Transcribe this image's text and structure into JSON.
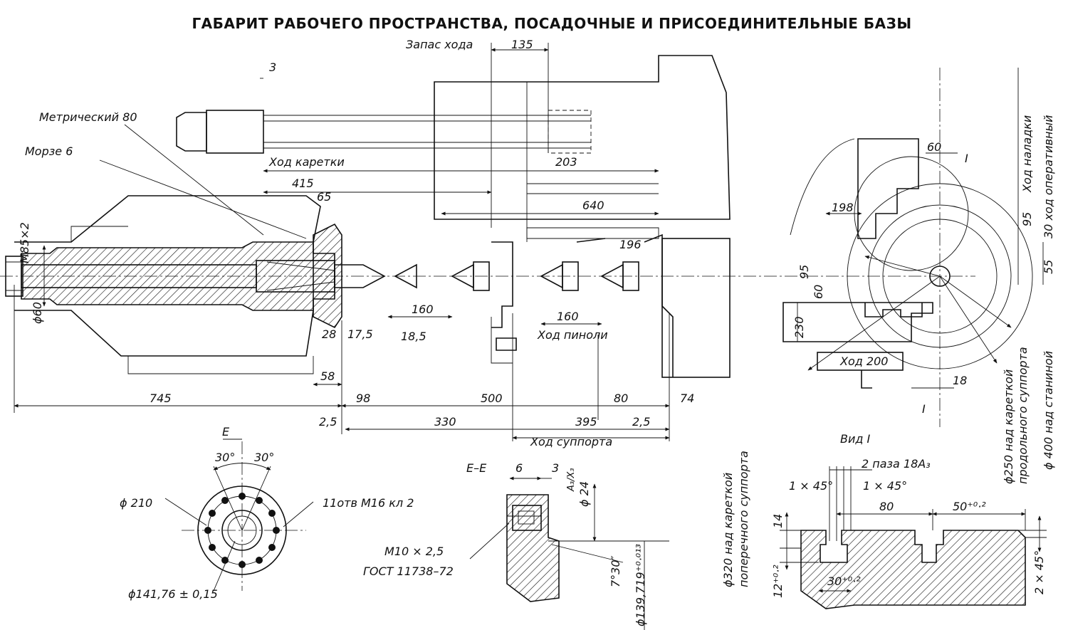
{
  "title": "ГАБАРИТ РАБОЧЕГО ПРОСТРАНСТВА,   ПОСАДОЧНЫЕ И ПРИСОЕДИНИТЕЛЬНЫЕ БАЗЫ",
  "labels": {
    "zapas_hoda": "Запас хода",
    "metricheskiy": "Метрический 80",
    "morze": "Морзе 6",
    "hod_karetki": "Ход каретки",
    "hod_pinoli": "Ход пиноли",
    "hod_supporta": "Ход суппорта",
    "hod_200": "Ход 200",
    "hod_naladki": "Ход наладки",
    "hod_operativny": "30 ход оперативный",
    "vid_1": "Вид I",
    "roman_1": "I",
    "pazy": "2 паза 18А₃",
    "section_ee": "Е–Е",
    "section_e": "Е",
    "thread_m10": "М10 × 2,5",
    "gost": "ГОСТ 11738–72",
    "holes": "11отв М16 кл 2",
    "d320": "ϕ320 над кареткой",
    "d320b": "поперечного суппорта",
    "d250": "ϕ250 над кареткой",
    "d250b": "продольного суппорта",
    "d400": "ϕ 400 над станиной"
  },
  "dims": {
    "d135": "135",
    "d3": "3",
    "d203": "203",
    "d415": "415",
    "d65": "65",
    "d640": "640",
    "d196": "196",
    "m85": "М85×2",
    "d60": "ϕ60",
    "d160a": "160",
    "d160b": "160",
    "d28": "28",
    "d175": "17,5",
    "d185": "18,5",
    "d58": "58",
    "d745": "745",
    "d98": "98",
    "d500": "500",
    "d80": "80",
    "d74": "74",
    "d25a": "2,5",
    "d330": "330",
    "d395": "395",
    "d25b": "2,5",
    "d60top": "60",
    "d198": "198",
    "d95a": "95",
    "d95b": "95",
    "d60c": "60",
    "d55": "55",
    "d230": "230",
    "d18": "18",
    "d210": "ϕ 210",
    "d30a": "30°",
    "d30b": "30°",
    "d141": "ϕ141,76 ± 0,15",
    "d6": "6",
    "d3b": "3",
    "d24": "ϕ 24",
    "a3x3": "А₃/Х₃",
    "d730": "7°30″",
    "d139": "ϕ139,719⁺⁰·⁰¹³",
    "d1x45a": "1 × 45°",
    "d1x45b": "1 × 45°",
    "d80b": "80",
    "d50": "50⁺⁰·²",
    "d14": "14",
    "d12": "12⁺⁰·²",
    "d30c": "30⁺⁰·²",
    "d2x45": "2 × 45°"
  }
}
